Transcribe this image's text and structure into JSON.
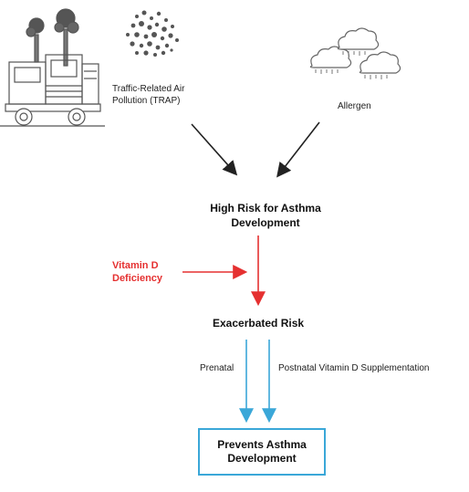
{
  "sources": {
    "trap_label": "Traffic-Related Air Pollution (TRAP)",
    "trap_icon": "truck-exhaust-icon",
    "allergen_label": "Allergen",
    "allergen_icon": "pollen-cloud-icon"
  },
  "nodes": {
    "high_risk": "High Risk for Asthma Development",
    "vitamin_d_deficiency": "Vitamin D Deficiency",
    "exacerbated_risk": "Exacerbated Risk",
    "prenatal": "Prenatal",
    "postnatal": "Postnatal Vitamin D Supplementation",
    "outcome": "Prevents Asthma Development"
  },
  "colors": {
    "black_arrow": "#222222",
    "red_arrow": "#e53030",
    "blue_arrow": "#3aa7d8",
    "icon_gray": "#555555"
  }
}
